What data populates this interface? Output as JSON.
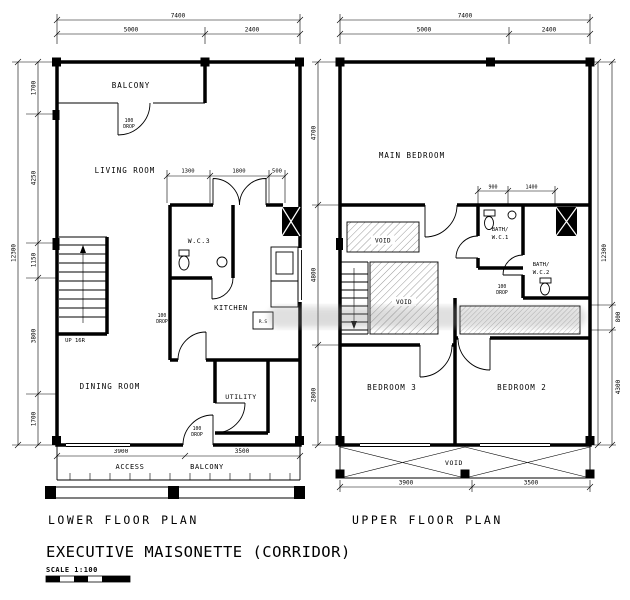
{
  "drawing": {
    "footer": {
      "lower_plan_label": "LOWER FLOOR PLAN",
      "upper_plan_label": "UPPER FLOOR PLAN",
      "title": "EXECUTIVE MAISONETTE (CORRIDOR)",
      "scale": "SCALE 1:100"
    },
    "lower": {
      "rooms": {
        "balcony": "BALCONY",
        "living": "LIVING ROOM",
        "wc3": "W.C.3",
        "kitchen": "KITCHEN",
        "dining": "DINING ROOM",
        "utility": "UTILITY",
        "access": "ACCESS",
        "access_balcony": "BALCONY"
      },
      "notes": {
        "up": "UP 16R",
        "drop1_l1": "100",
        "drop1_l2": "DROP",
        "drop2_l1": "100",
        "drop2_l2": "DROP",
        "drop3_l1": "100",
        "drop3_l2": "DROP",
        "rs": "R.S"
      },
      "dims": {
        "total_w": "7400",
        "w1": "5000",
        "w2": "2400",
        "total_h": "12300",
        "h1": "1700",
        "h2": "4250",
        "h3": "1150",
        "h4": "3800",
        "h5": "1700",
        "m1": "1300",
        "m2": "1800",
        "m3": "500",
        "b1": "3900",
        "b2": "3500"
      }
    },
    "upper": {
      "rooms": {
        "main_bedroom": "MAIN BEDROOM",
        "bedroom3": "BEDROOM 3",
        "bedroom2": "BEDROOM 2",
        "bath1_l1": "BATH/",
        "bath1_l2": "W.C.1",
        "bath2_l1": "BATH/",
        "bath2_l2": "W.C.2",
        "void_corridor": "VOID",
        "void_stair": "VOID",
        "void_bottom": "VOID"
      },
      "notes": {
        "drop_l1": "100",
        "drop_l2": "DROP"
      },
      "dims": {
        "total_w": "7400",
        "w1": "5000",
        "w2": "2400",
        "left1": "4700",
        "left2": "4800",
        "left3": "2800",
        "right_total": "12300",
        "right1": "800",
        "right2": "4300",
        "m1": "900",
        "m2": "1400",
        "b1": "3900",
        "b2": "3500"
      }
    }
  }
}
